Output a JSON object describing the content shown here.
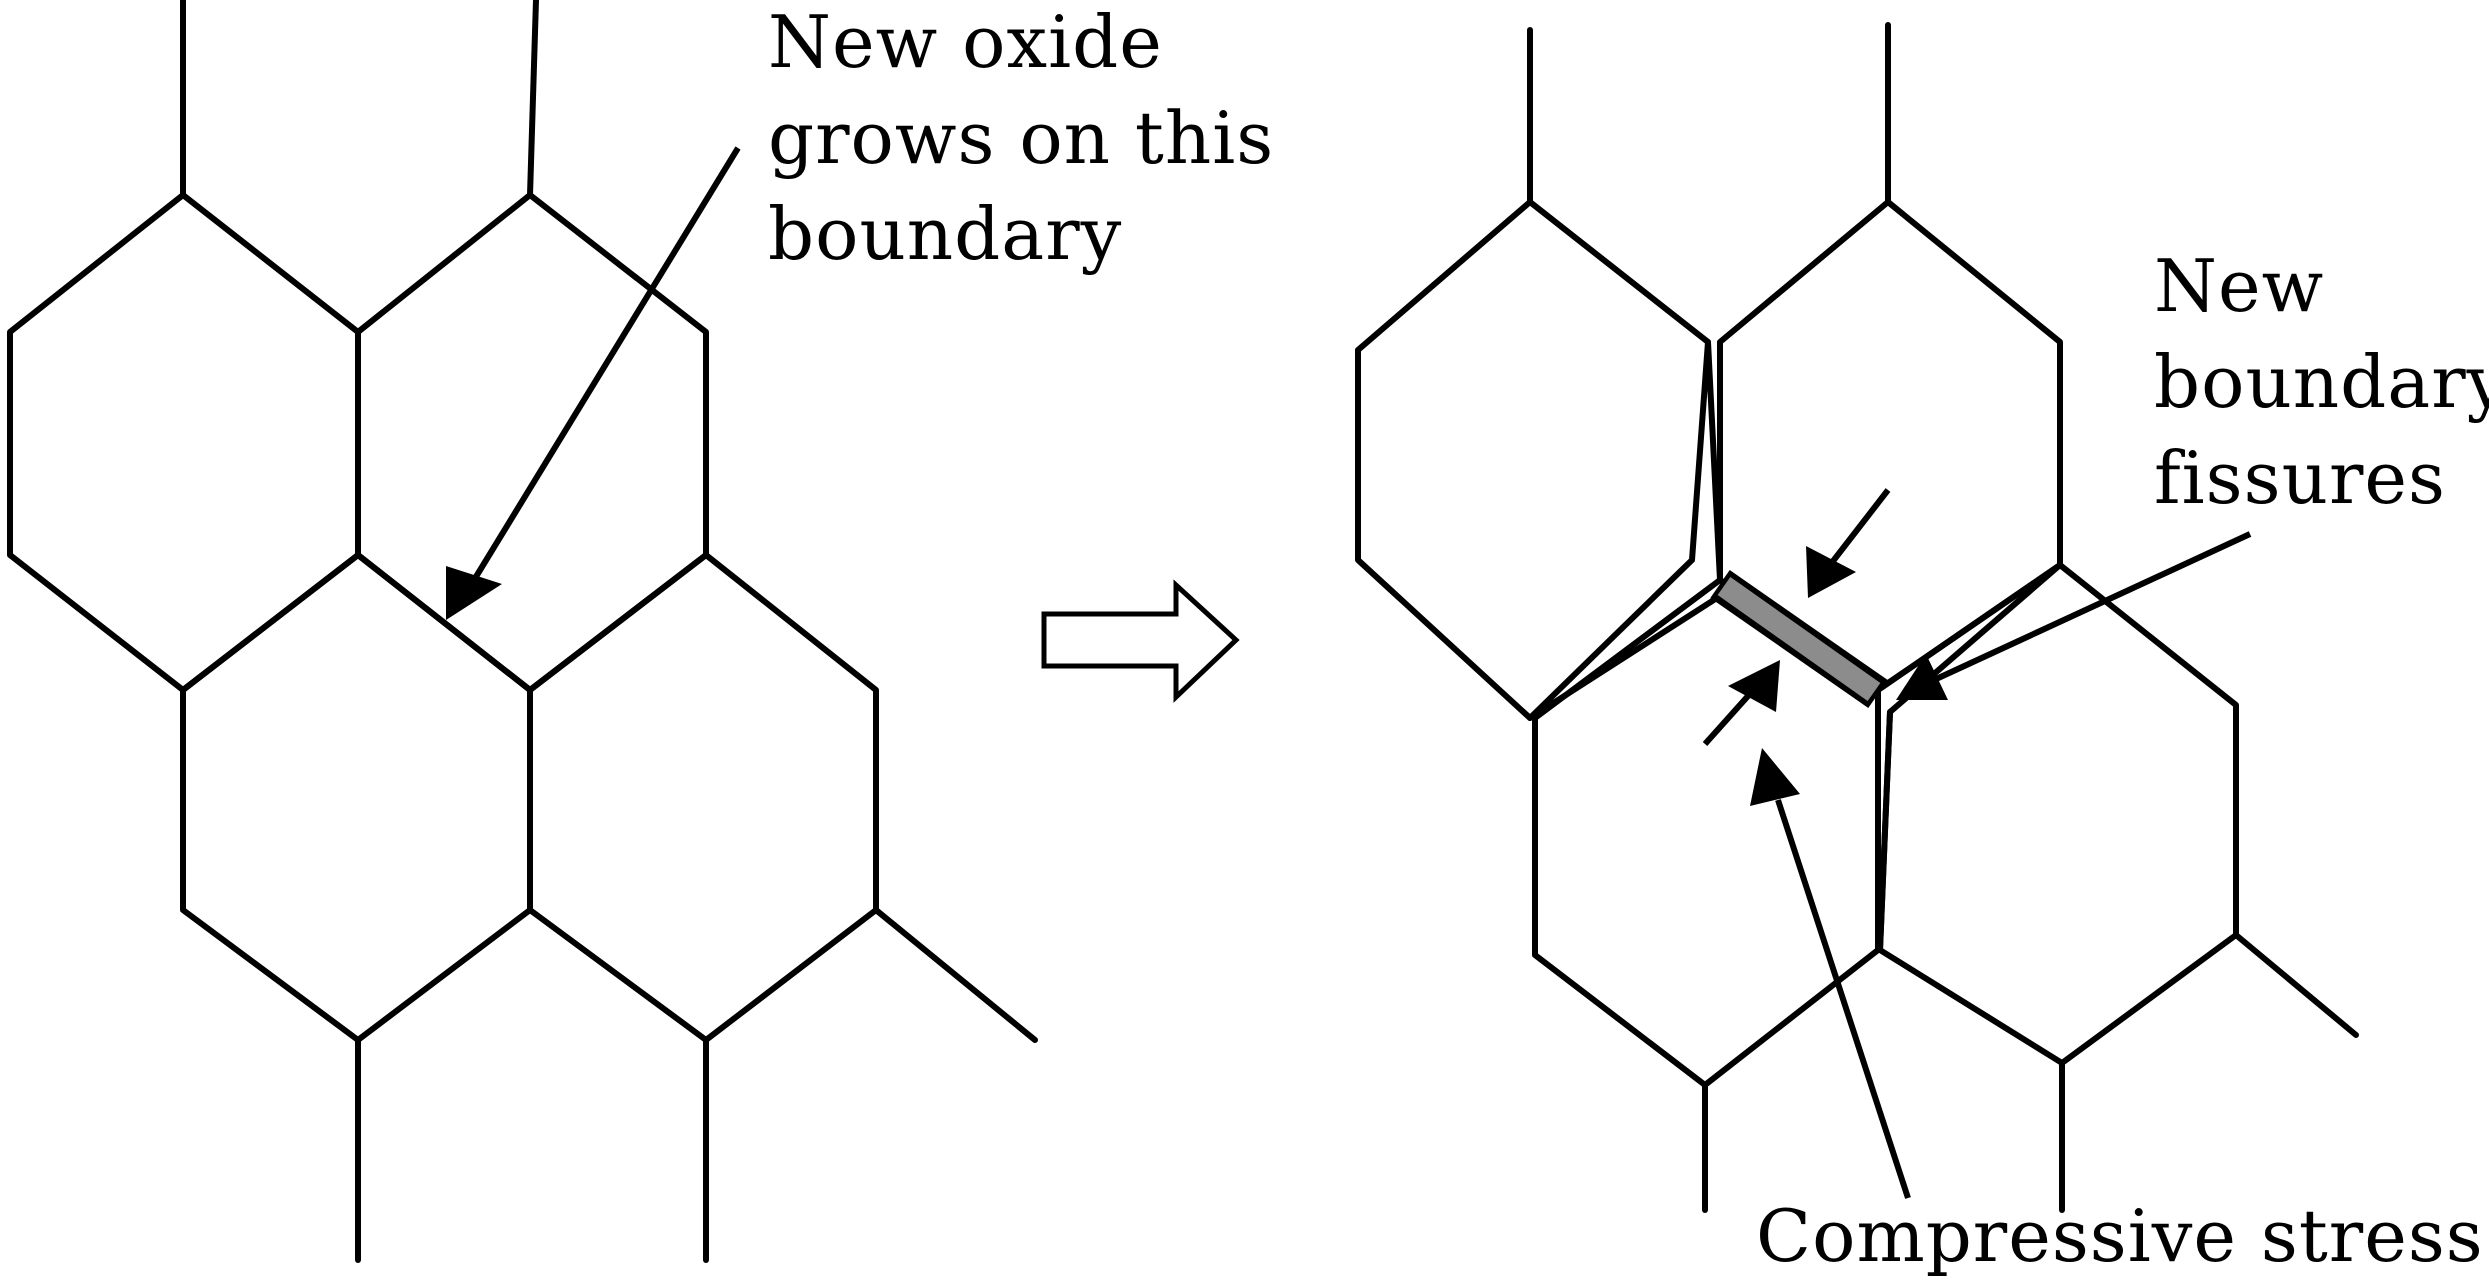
{
  "labels": {
    "new_oxide": [
      "New oxide",
      "grows on this",
      "boundary"
    ],
    "new_boundary_fissures": [
      "New",
      "boundary",
      "fissures"
    ],
    "compressive_stress": "Compressive stress"
  },
  "colors": {
    "line": "#000000",
    "oxide": "#8c8c8c",
    "background": "#ffffff"
  }
}
